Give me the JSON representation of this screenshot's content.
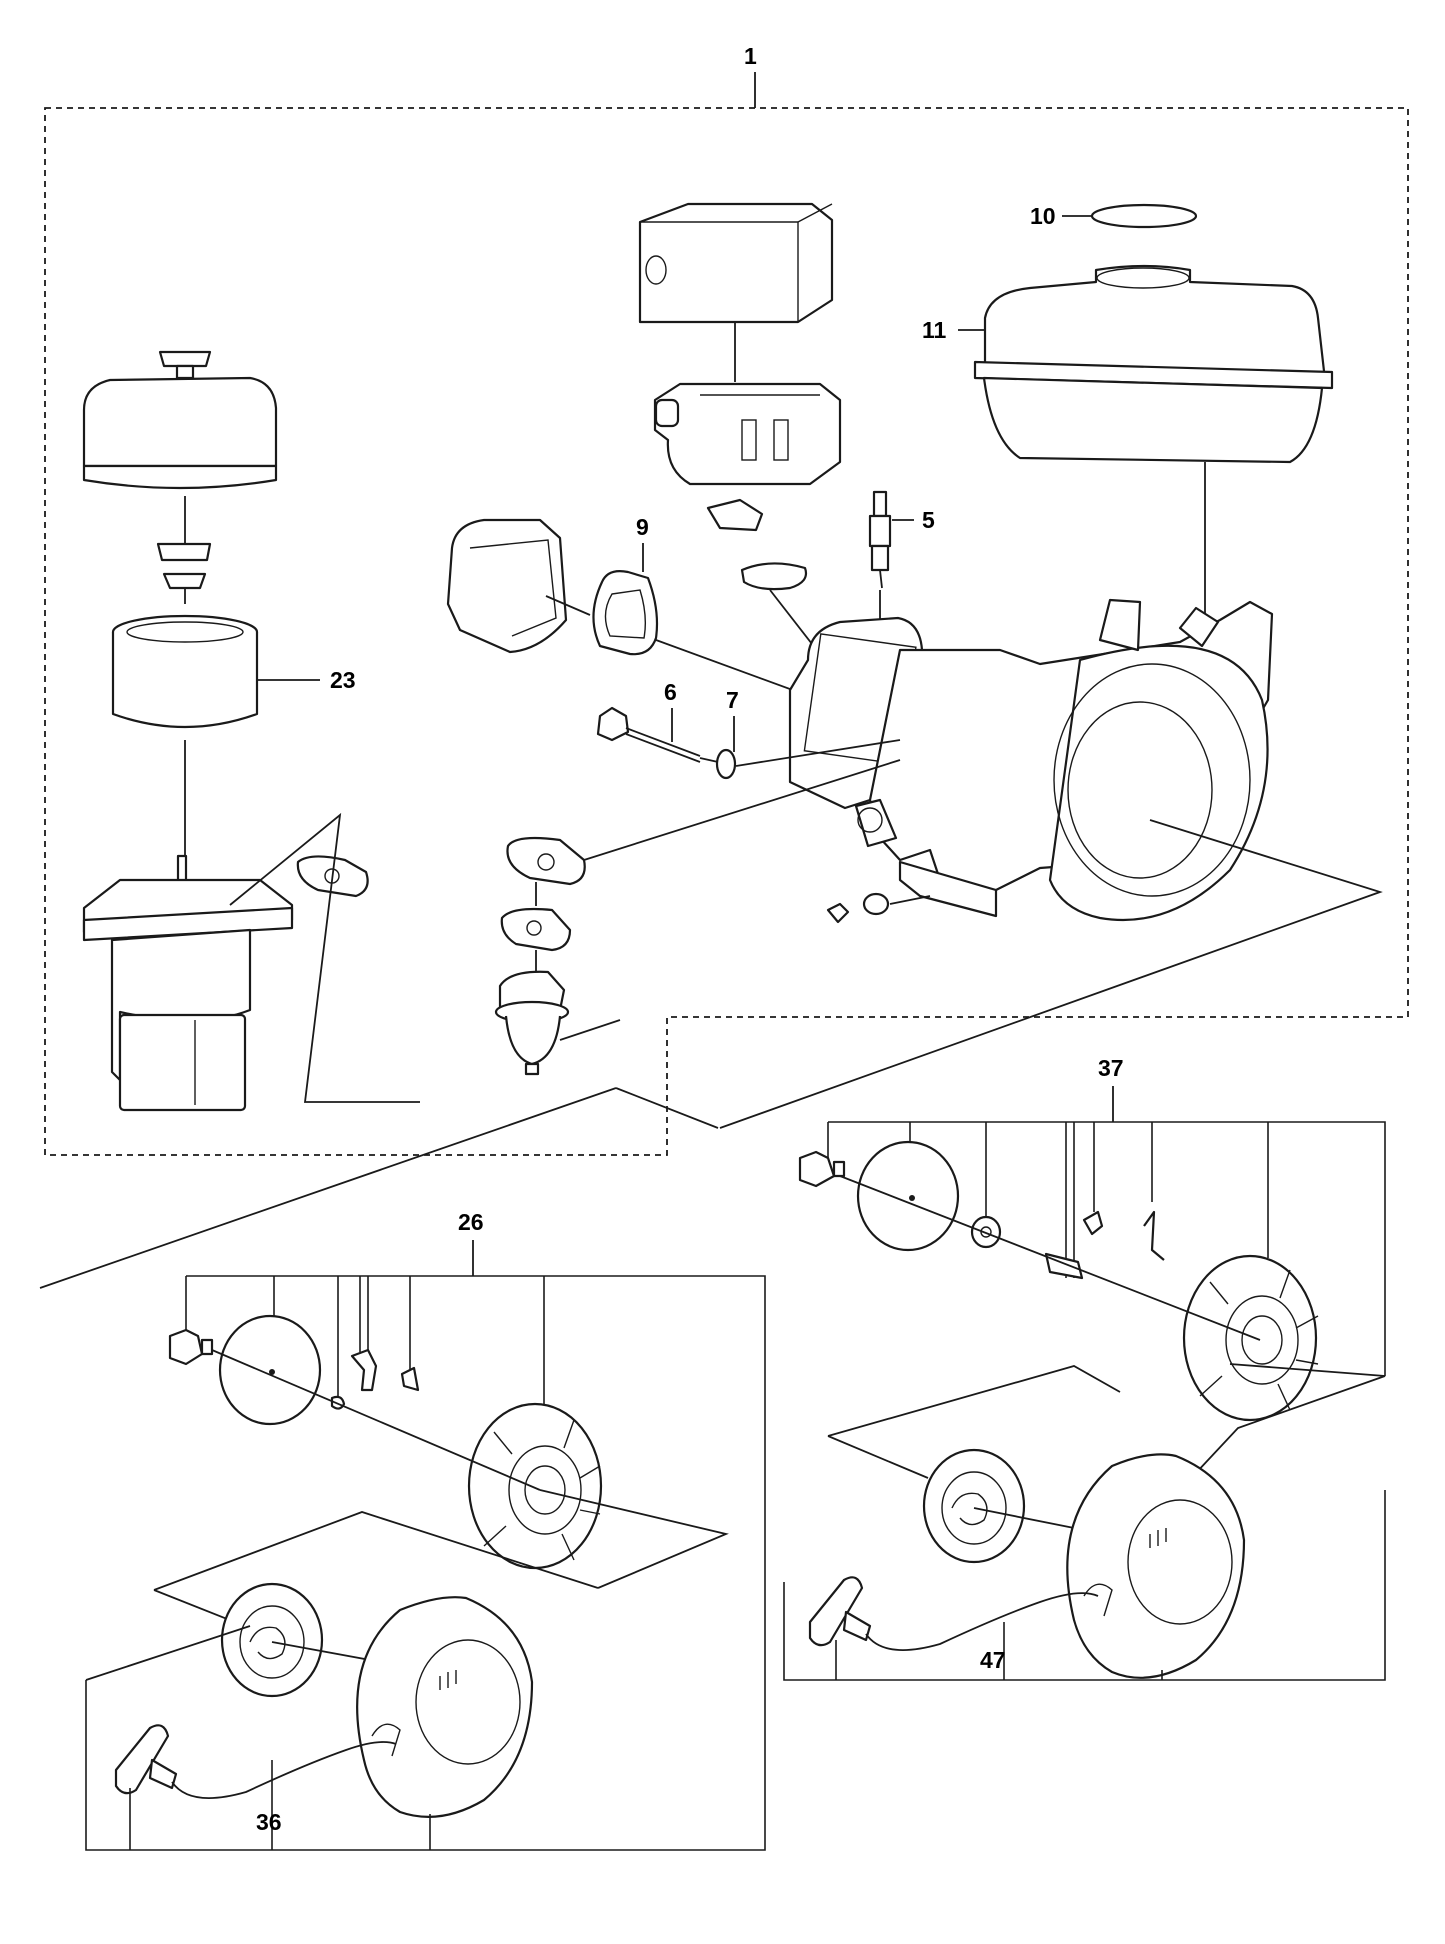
{
  "callouts": {
    "engine_assembly": "1",
    "spark_plug": "5",
    "dipstick": "6",
    "washer": "7",
    "valve_cover_gasket": "9",
    "fuel_cap": "10",
    "fuel_tank": "11",
    "air_filter_element": "23",
    "starter_cup_kit_a": "26",
    "recoil_starter_a": "36",
    "starter_cup_kit_b": "37",
    "recoil_starter_b": "47"
  }
}
